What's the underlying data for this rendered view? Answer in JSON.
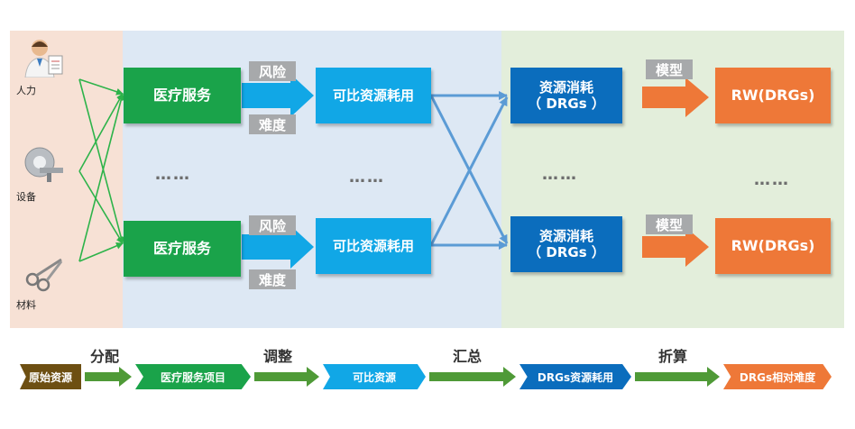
{
  "colors": {
    "green": "#1aa34a",
    "cyan": "#11a7e6",
    "blue": "#0b6dbd",
    "orange": "#ee7838",
    "tag_gray": "#a7a9ab",
    "brown": "#6d4f12",
    "zone_resource": "#f7e1d5",
    "zone_mid": "#dde8f4",
    "zone_right": "#e3eedb"
  },
  "resources": [
    {
      "label": "人力",
      "icon": "doctor-icon"
    },
    {
      "label": "设备",
      "icon": "ct-scanner-icon"
    },
    {
      "label": "材料",
      "icon": "surgical-scissors-icon"
    }
  ],
  "services": [
    "医疗服务",
    "医疗服务"
  ],
  "factors": [
    "风险",
    "难度"
  ],
  "comparable": [
    "可比资源耗用",
    "可比资源耗用"
  ],
  "drgs": [
    "资源消耗\n（ DRGs ）",
    "资源消耗\n（ DRGs ）"
  ],
  "model_label": "模型",
  "rw": [
    "RW(DRGs)",
    "RW(DRGs)"
  ],
  "ellipsis": "……",
  "flow": {
    "steps": [
      "原始资源",
      "医疗服务项目",
      "可比资源",
      "DRGs资源耗用",
      "DRGs相对难度"
    ],
    "verbs": [
      "分配",
      "调整",
      "汇总",
      "折算"
    ]
  }
}
